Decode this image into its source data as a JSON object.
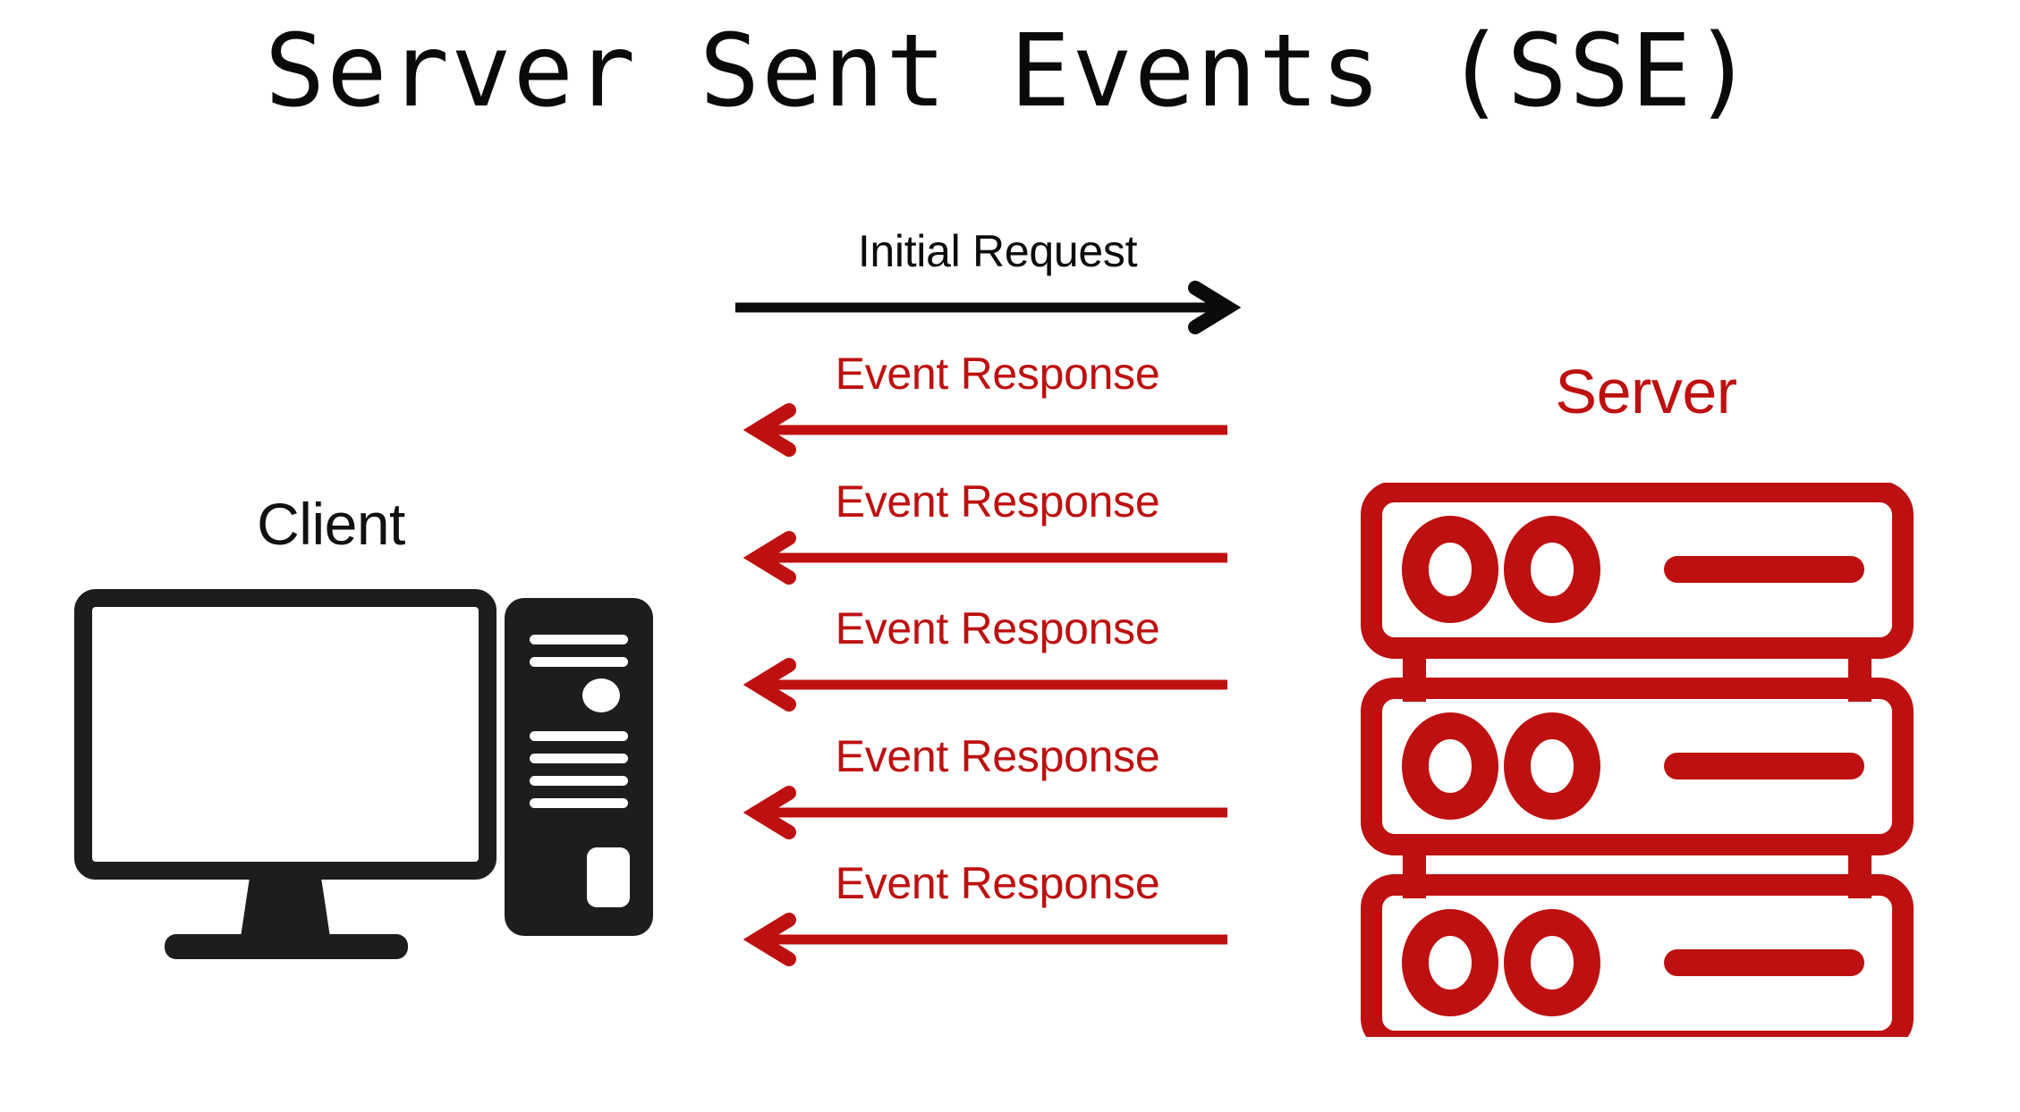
{
  "page": {
    "title": "Server Sent Events (SSE)",
    "background": "#ffffff"
  },
  "colors": {
    "accent_red": "#BE1010",
    "ink_black": "#111111"
  },
  "client": {
    "label": "Client",
    "icon_names": [
      "monitor-icon",
      "desktop-tower-icon"
    ]
  },
  "server": {
    "label": "Server",
    "icon_name": "server-rack-icon",
    "rack_units": 3
  },
  "messages": [
    {
      "label": "Initial Request",
      "direction": "right",
      "color": "#0b0b0b",
      "tone": "black"
    },
    {
      "label": "Event Response",
      "direction": "left",
      "color": "#BE1010",
      "tone": "red"
    },
    {
      "label": "Event Response",
      "direction": "left",
      "color": "#BE1010",
      "tone": "red"
    },
    {
      "label": "Event Response",
      "direction": "left",
      "color": "#BE1010",
      "tone": "red"
    },
    {
      "label": "Event Response",
      "direction": "left",
      "color": "#BE1010",
      "tone": "red"
    },
    {
      "label": "Event Response",
      "direction": "left",
      "color": "#BE1010",
      "tone": "red"
    }
  ]
}
